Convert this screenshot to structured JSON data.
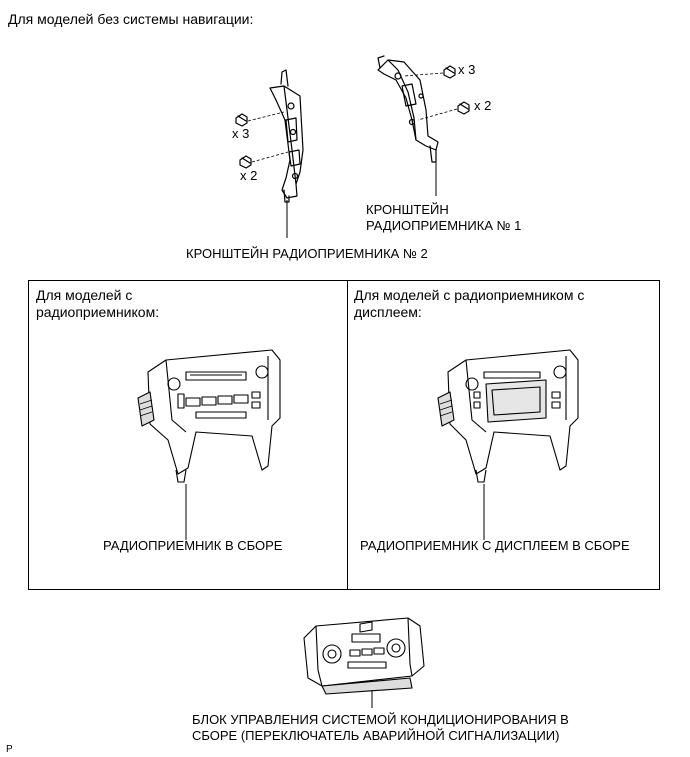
{
  "heading": "Для моделей без системы навигации:",
  "callouts": {
    "bracket2_x3": "x 3",
    "bracket2_x2": "x 2",
    "bracket1_x3": "x 3",
    "bracket1_x2": "x 2"
  },
  "labels": {
    "bracket1_line1": "КРОНШТЕЙН",
    "bracket1_line2": "РАДИОПРИЕМНИКА № 1",
    "bracket2": "КРОНШТЕЙН РАДИОПРИЕМНИКА № 2",
    "radio_assembly": "РАДИОПРИЕМНИК В СБОРЕ",
    "radio_display_assembly": "РАДИОПРИЕМНИК С ДИСПЛЕЕМ В СБОРЕ",
    "ac_control_line1": "БЛОК УПРАВЛЕНИЯ СИСТЕМОЙ КОНДИЦИОНИРОВАНИЯ В",
    "ac_control_line2": "СБОРЕ (ПЕРЕКЛЮЧАТЕЛЬ АВАРИЙНОЙ СИГНАЛИЗАЦИИ)"
  },
  "panels": {
    "left_line1": "Для моделей с",
    "left_line2": "радиоприемником:",
    "right_line1": "Для моделей с радиоприемником с",
    "right_line2": "дисплеем:"
  },
  "corner_mark": "P"
}
